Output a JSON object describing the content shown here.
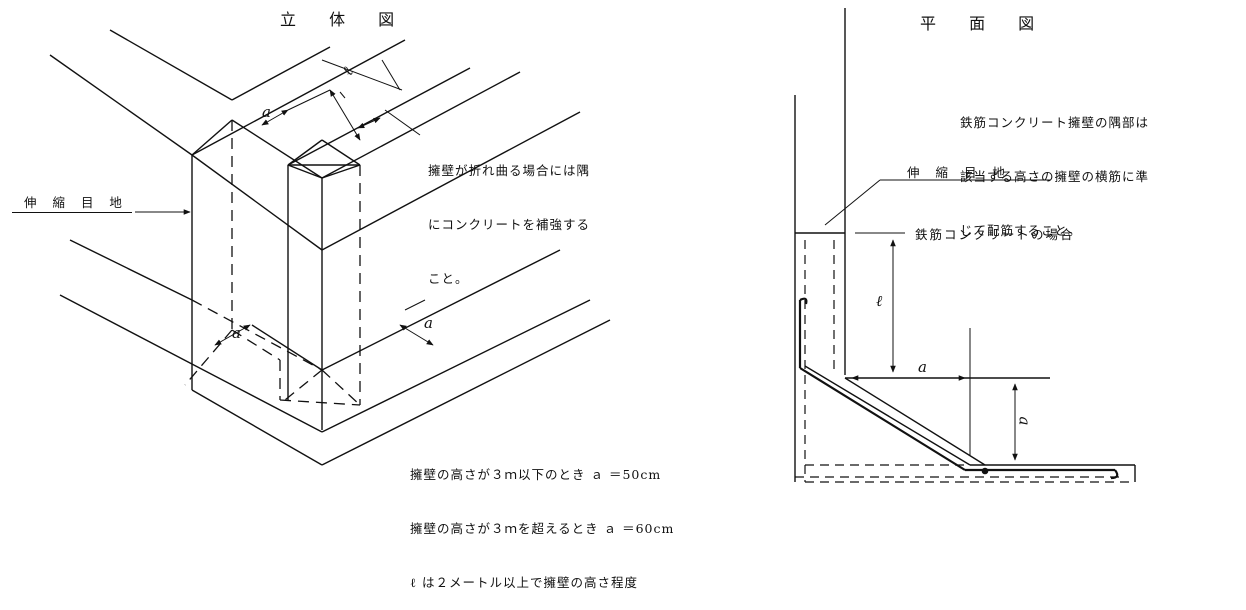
{
  "left_panel": {
    "title": "立 体 図",
    "joint_label": "伸 縮 目 地",
    "corner_note": [
      "擁壁が折れ曲る場合には隅",
      "にコンクリートを補強する",
      "こと。"
    ],
    "rule_notes": [
      "擁壁の高さが３ｍ以下のとき ａ ＝50cm",
      "擁壁の高さが３ｍを超えるとき ａ ＝60cm",
      "ℓ は２メートル以上で擁壁の高さ程度"
    ],
    "dims": {
      "a_top": "a",
      "l_top": "ℓ",
      "a_mid": "a",
      "a_right": "a"
    }
  },
  "right_panel": {
    "title": "平 面 図",
    "corner_note": [
      "鉄筋コンクリート擁壁の隅部は",
      "該当する高さの擁壁の横筋に準",
      "じて配筋すること。"
    ],
    "joint_label": "伸 縮 目 地",
    "rc_label": "鉄筋コンクリートの場合",
    "dims": {
      "l": "ℓ",
      "a_h": "a",
      "a_v": "a"
    }
  },
  "colors": {
    "ink": "#111111",
    "background": "#ffffff"
  }
}
